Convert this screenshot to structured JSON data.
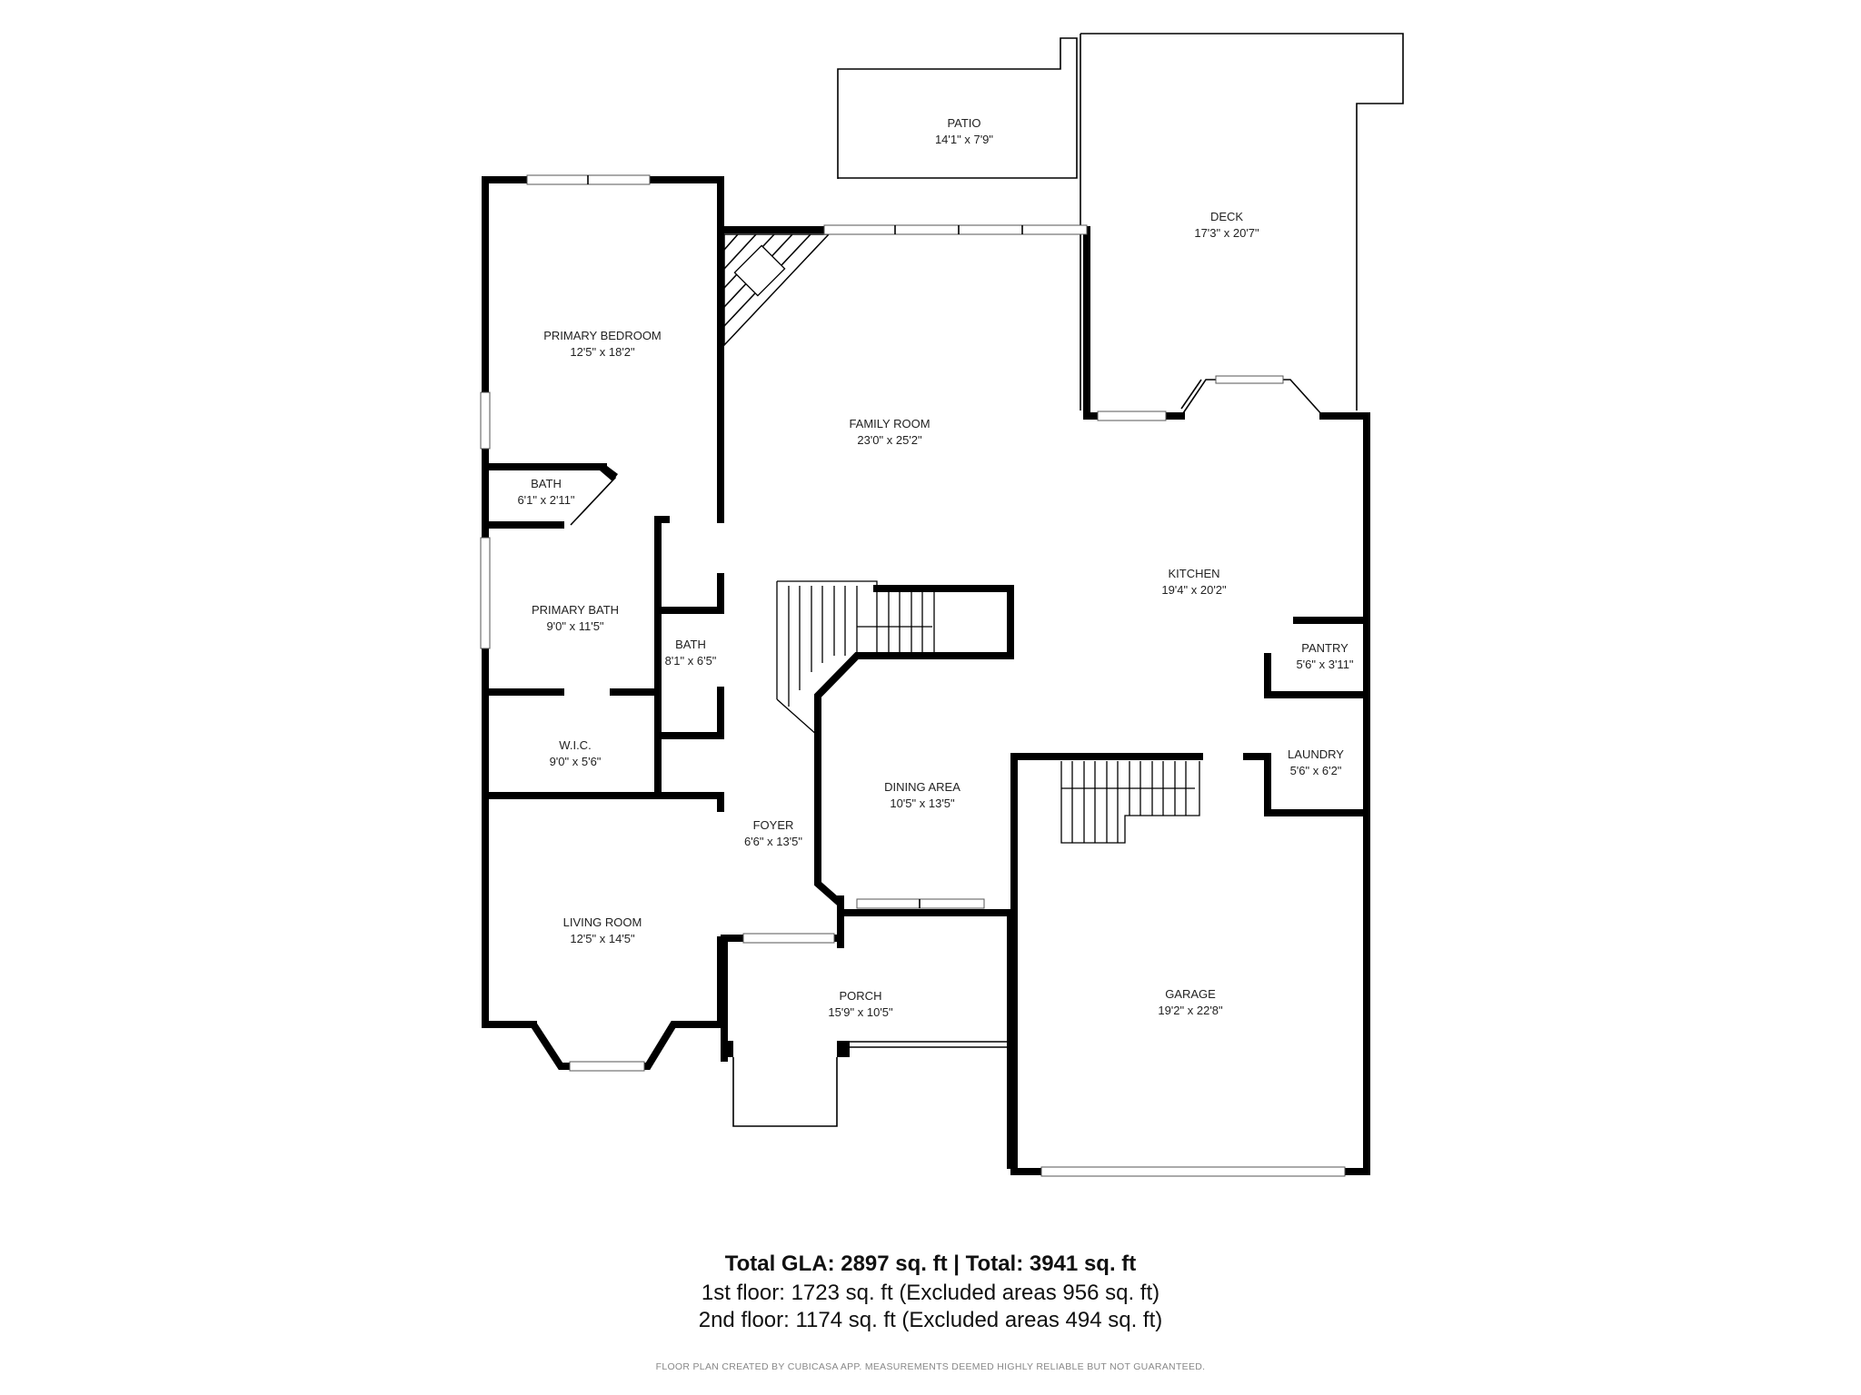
{
  "rooms": {
    "patio": {
      "name": "PATIO",
      "size": "14'1\" x 7'9\""
    },
    "deck": {
      "name": "DECK",
      "size": "17'3\" x 20'7\""
    },
    "primary_bedroom": {
      "name": "PRIMARY BEDROOM",
      "size": "12'5\" x 18'2\""
    },
    "family_room": {
      "name": "FAMILY ROOM",
      "size": "23'0\" x 25'2\""
    },
    "bath_a": {
      "name": "BATH",
      "size": "6'1\" x 2'11\""
    },
    "primary_bath": {
      "name": "PRIMARY BATH",
      "size": "9'0\" x 11'5\""
    },
    "bath_b": {
      "name": "BATH",
      "size": "8'1\" x 6'5\""
    },
    "kitchen": {
      "name": "KITCHEN",
      "size": "19'4\" x 20'2\""
    },
    "pantry": {
      "name": "PANTRY",
      "size": "5'6\" x 3'11\""
    },
    "wic": {
      "name": "W.I.C.",
      "size": "9'0\" x 5'6\""
    },
    "dining_area": {
      "name": "DINING AREA",
      "size": "10'5\" x 13'5\""
    },
    "laundry": {
      "name": "LAUNDRY",
      "size": "5'6\" x 6'2\""
    },
    "foyer": {
      "name": "FOYER",
      "size": "6'6\" x 13'5\""
    },
    "living_room": {
      "name": "LIVING ROOM",
      "size": "12'5\" x 14'5\""
    },
    "porch": {
      "name": "PORCH",
      "size": "15'9\" x 10'5\""
    },
    "garage": {
      "name": "GARAGE",
      "size": "19'2\" x 22'8\""
    }
  },
  "summary": {
    "total": "Total GLA: 2897 sq. ft | Total: 3941 sq. ft",
    "floor1": "1st floor: 1723 sq. ft (Excluded areas 956 sq. ft)",
    "floor2": "2nd floor: 1174 sq. ft (Excluded areas 494 sq. ft)"
  },
  "credit": "FLOOR PLAN CREATED BY CUBICASA APP. MEASUREMENTS DEEMED HIGHLY RELIABLE BUT NOT GUARANTEED."
}
